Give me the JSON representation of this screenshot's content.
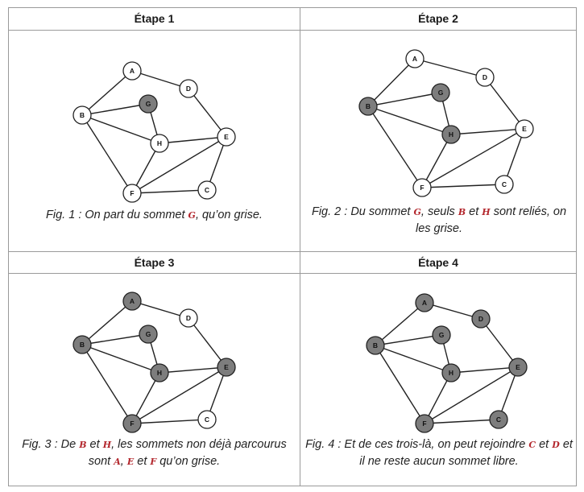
{
  "graph": {
    "nodes": [
      {
        "id": "A",
        "label": "A"
      },
      {
        "id": "B",
        "label": "B"
      },
      {
        "id": "C",
        "label": "C"
      },
      {
        "id": "D",
        "label": "D"
      },
      {
        "id": "E",
        "label": "E"
      },
      {
        "id": "F",
        "label": "F"
      },
      {
        "id": "G",
        "label": "G"
      },
      {
        "id": "H",
        "label": "H"
      }
    ],
    "edges": [
      [
        "A",
        "B"
      ],
      [
        "A",
        "D"
      ],
      [
        "D",
        "E"
      ],
      [
        "B",
        "G"
      ],
      [
        "B",
        "H"
      ],
      [
        "B",
        "F"
      ],
      [
        "G",
        "H"
      ],
      [
        "H",
        "E"
      ],
      [
        "H",
        "F"
      ],
      [
        "F",
        "E"
      ],
      [
        "F",
        "C"
      ],
      [
        "C",
        "E"
      ]
    ]
  },
  "colors": {
    "filled": "#7d7d7d",
    "empty": "#ffffff",
    "stroke": "#222222",
    "highlight": "#b3272d"
  },
  "panels": [
    {
      "title": "Étape 1",
      "filled": [
        "G"
      ],
      "caption": [
        {
          "t": "Fig. 1 : On part du sommet "
        },
        {
          "t": "G",
          "h": true
        },
        {
          "t": ", qu’on grise."
        }
      ]
    },
    {
      "title": "Étape 2",
      "filled": [
        "G",
        "B",
        "H"
      ],
      "caption": [
        {
          "t": "Fig. 2 : Du sommet "
        },
        {
          "t": "G",
          "h": true
        },
        {
          "t": ", seuls "
        },
        {
          "t": "B",
          "h": true
        },
        {
          "t": " et "
        },
        {
          "t": "H",
          "h": true
        },
        {
          "t": " sont reliés, on les grise."
        }
      ]
    },
    {
      "title": "Étape 3",
      "filled": [
        "G",
        "B",
        "H",
        "A",
        "E",
        "F"
      ],
      "caption": [
        {
          "t": "Fig. 3 : De "
        },
        {
          "t": "B",
          "h": true
        },
        {
          "t": " et "
        },
        {
          "t": "H",
          "h": true
        },
        {
          "t": ", les sommets non déjà parcourus sont "
        },
        {
          "t": "A",
          "h": true
        },
        {
          "t": ", "
        },
        {
          "t": "E",
          "h": true
        },
        {
          "t": " et "
        },
        {
          "t": "F",
          "h": true
        },
        {
          "t": " qu’on grise."
        }
      ]
    },
    {
      "title": "Étape 4",
      "filled": [
        "G",
        "B",
        "H",
        "A",
        "E",
        "F",
        "C",
        "D"
      ],
      "caption": [
        {
          "t": "Fig. 4 : Et de ces trois-là, on peut rejoindre "
        },
        {
          "t": "C",
          "h": true
        },
        {
          "t": " et "
        },
        {
          "t": "D",
          "h": true
        },
        {
          "t": " et il ne reste aucun sommet libre."
        }
      ]
    }
  ]
}
